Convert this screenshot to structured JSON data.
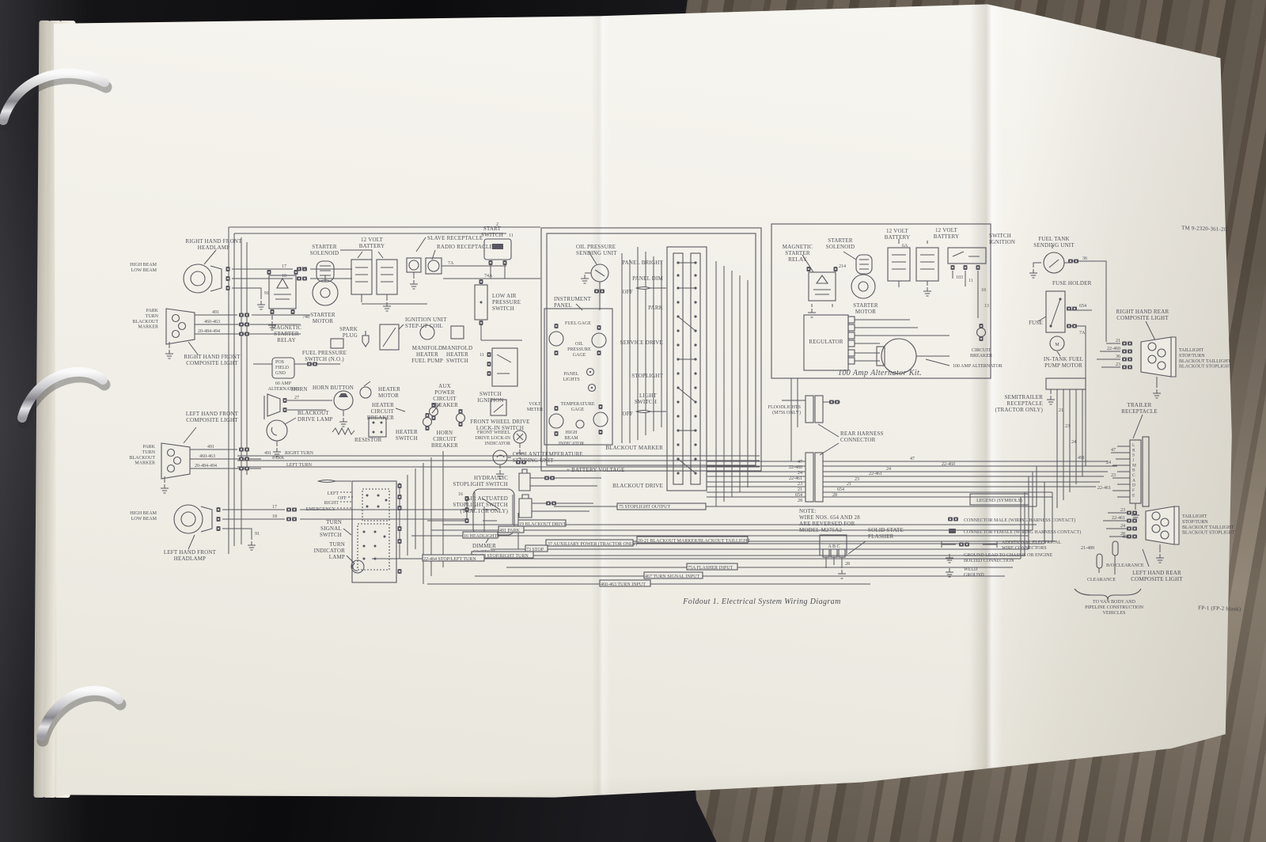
{
  "colors": {
    "paper": "#f3f1ea",
    "ink": "#3b3a44",
    "binder": "#0c0c0e",
    "wood": "#7b7061",
    "chrome": "#d9d9d9"
  },
  "doc": {
    "tm_number": "TM 9-2320-361-20",
    "figure_caption": "Foldout 1.  Electrical System Wiring Diagram",
    "page_footer": "FP-1 (FP-2 blank)",
    "kit_caption": "100 Amp Alternator Kit."
  },
  "labels": {
    "rh_front_headlamp": "RIGHT HAND FRONT|HEADLAMP",
    "high_low_beam": "HIGH BEAM|LOW BEAM",
    "park_turn_marker": "PARK|TURN|BLACKOUT|MARKER",
    "rh_front_composite": "RIGHT HAND FRONT|COMPOSITE LIGHT",
    "lh_front_composite": "LEFT HAND FRONT|COMPOSITE LIGHT",
    "lh_front_headlamp": "LEFT HAND FRONT|HEADLAMP",
    "dimmer_switch": "DIMMER|SWITCH",
    "magnetic_starter_relay": "MAGNETIC|STARTER|RELAY",
    "starter_solenoid": "STARTER|SOLENOID",
    "starter_motor": "STARTER|MOTOR",
    "battery_12v": "12 VOLT|BATTERY",
    "slave_receptacle": "SLAVE RECEPTACLE",
    "radio_receptacle": "RADIO RECEPTACLE",
    "start_switch": "START|SWITCH",
    "spark_plug": "SPARK|PLUG",
    "ignition_unit": "IGNITION UNIT|STEP-UP COIL",
    "low_air": "LOW AIR|PRESSURE|SWITCH",
    "fuel_press_sw": "FUEL PRESSURE|SWITCH (N.O.)",
    "man_heater_pump": "MANIFOLD|HEATER|FUEL PUMP",
    "man_heater_sw": "MANIFOLD|HEATER|SWITCH",
    "alt60_terms": "POS|FIELD|GND",
    "alt60": "60 AMP|ALTERNATOR",
    "horn": "HORN",
    "horn_button": "HORN BUTTON",
    "heater_motor": "HEATER|MOTOR",
    "heater_cb": "HEATER|CIRCUIT|BREAKER",
    "aux_cb": "AUX|POWER|CIRCUIT|BREAKER",
    "bo_drive_lamp": "BLACKOUT|DRIVE LAMP",
    "resistor": "RESISTOR",
    "heater_sw": "HEATER|SWITCH",
    "horn_cb": "HORN|CIRCUIT|BREAKER",
    "switch_ignition": "SWITCH|IGNITION",
    "fwd_lock_sw": "FRONT WHEEL DRIVE|LOCK-IN SWITCH",
    "fwd_lock_ind": "FRONT WHEEL|DRIVE LOCK-IN|INDICATOR",
    "instrument_panel": "INSTRUMENT|PANEL",
    "fuel_gage": "FUEL GAGE",
    "oil_gage": "OIL|PRESSURE|GAGE",
    "oil_sending": "OIL PRESSURE|SENDING UNIT",
    "panel_lights": "PANEL|LIGHTS",
    "volt_meter": "VOLT|METER",
    "temp_gage": "TEMPERATURE|GAGE",
    "high_beam_ind": "HIGH|BEAM|INDICATOR",
    "coolant_sending": "COOLANT TEMPERATURE|SENDING UNIT",
    "batt_voltage": "+ BATTERY VOLTAGE",
    "hyd_stop_sw": "HYDRAULIC|STOPLIGHT SWITCH",
    "air_stop_sw": "AIR ACTUATED|STOPLIGHT SWITCH|(TRACTOR ONLY)",
    "panel_bright": "PANEL BRIGHT",
    "panel_dim": "PANEL DIM",
    "off": "OFF",
    "park": "PARK",
    "service_drive": "SERVICE DRIVE",
    "stoplight": "STOPLIGHT",
    "light_switch": "LIGHT|SWITCH",
    "bo_marker": "BLACKOUT MARKER",
    "bo_drive": "BLACKOUT DRIVE",
    "tss": "TURN|SIGNAL|SWITCH",
    "turn_ind_lamp": "TURN|INDICATOR|LAMP",
    "pos_left": "LEFT",
    "pos_right": "RIGHT",
    "pos_emergency": "EMERGENCY",
    "floodlights": "FLOODLIGHTS|(M756 ONLY)",
    "rear_harness": "REAR HARNESS|CONNECTOR",
    "note": "NOTE:|WIRE NOS. 654 AND 28|ARE REVERSED FOR|MODEL M275A2",
    "flasher": "SOLID STATE|FLASHER",
    "regulator": "REGULATOR",
    "alt100": "100 AMP ALTERNATOR",
    "circuit_breaker": "CIRCUIT|BREAKER",
    "fuel_tank_sending": "FUEL TANK|SENDING UNIT",
    "fuse_holder": "FUSE HOLDER",
    "fuse": "FUSE",
    "intank_pump": "IN-TANK FUEL|PUMP MOTOR",
    "rh_rear_comp": "RIGHT HAND REAR|COMPOSITE LIGHT",
    "taillight4": "TAILLIGHT|STOP/TURN|BLACKOUT TAILLIGHT|BLACKOUT STOPLIGHT",
    "semi_recep": "SEMITRAILER|RECEPTACLE|(TRACTOR ONLY)",
    "trailer_recep": "TRAILER|RECEPTACLE",
    "legend_title": "LEGEND (SYMBOLS)",
    "leg1": "CONNECTOR MALE (WIRING HARNESS CONTACT)",
    "leg2": "CONNECTOR FEMALE (WIRING HARNESS CONTACT)",
    "leg3": "ADDITIONAL ELECTRICAL|WIRE CONNECTORS",
    "leg4": "GROUND LEAD TO CHASSIS OR ENGINE|BOLTED CONNECTION",
    "leg5": "WELD|GROUND",
    "bo_clearance": "B/O CLEARANCE",
    "clearance": "CLEARANCE",
    "to_van": "TO VAN BODY AND|PIPELINE CONSTRUCTION|VEHICLES",
    "lh_rear_comp": "LEFT HAND REAR|COMPOSITE LIGHT",
    "pins_abc": "A  B  C",
    "trailer_pins": "L|R|S|J|M|B|C|A|D|F|E"
  },
  "wires": {
    "right_turn": "RIGHT TURN",
    "left_turn": "LEFT TURN",
    "stop_out": "75 STOPLIGHT OUTPUT",
    "bo_drive": "19 BLACKOUT DRIVE",
    "park491": "491 PARK",
    "headlights": "16 HEADLIGHTS",
    "aux": "37 AUXILIARY POWER (TRACTOR ONLY)",
    "bo_mkr": "20-21 BLACKOUT MARKER/BLACKOUT TAILLIGHT",
    "stop73": "73 STOP",
    "stop_rt": "21-460 STOP/RIGHT TURN",
    "stop_lt": "22-464 STOP/LEFT TURN",
    "flash_in": "75A FLASHER INPUT",
    "turn_sig_in": "467 TURN SIGNAL INPUT",
    "turn_in": "460-463 TURN INPUT",
    "n2": "2",
    "n11": "11",
    "n214": "214",
    "n748": "748",
    "n7a": "7A",
    "n74a": "74A",
    "n17": "17",
    "n18": "18",
    "n91": "91",
    "n491": "491",
    "n460_463": "460-463",
    "n20_484": "20-484-494",
    "n36": "36",
    "n654": "654",
    "n28": "28",
    "n47": "47",
    "n22_460": "22-460",
    "n24": "24",
    "n22_461": "22-461",
    "n23": "23",
    "n21": "21",
    "n16": "16",
    "n103": "103",
    "n10": "10",
    "n13": "13",
    "n6a": "6A",
    "n21_489": "21-489",
    "n486": "486",
    "n27": "27"
  }
}
